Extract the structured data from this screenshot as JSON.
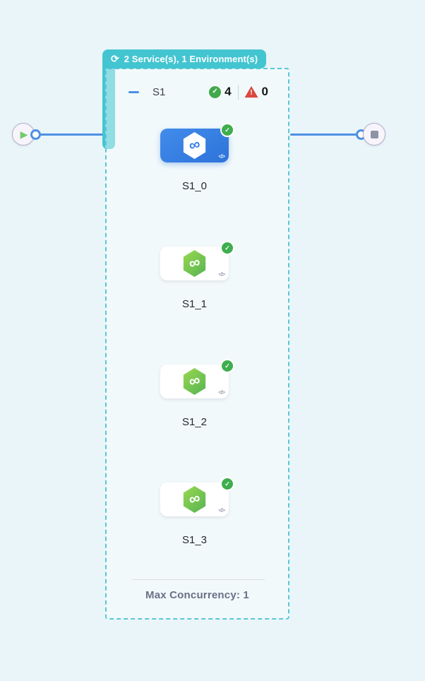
{
  "colors": {
    "canvas_bg": "#e9f5f9",
    "teal_accent": "#43c5d1",
    "connector_blue": "#4d90e2",
    "selected_node_blue": "#3b82e8",
    "success_green": "#42a94c",
    "error_red": "#d9493f"
  },
  "badge": {
    "label": "2 Service(s), 1 Environment(s)"
  },
  "stage": {
    "title": "S1",
    "success_count": "4",
    "error_count": "0",
    "max_concurrency_label": "Max Concurrency: 1",
    "nodes": [
      {
        "label": "S1_0",
        "state": "selected",
        "status": "success"
      },
      {
        "label": "S1_1",
        "state": "default",
        "status": "success"
      },
      {
        "label": "S1_2",
        "state": "default",
        "status": "success"
      },
      {
        "label": "S1_3",
        "state": "default",
        "status": "success"
      }
    ]
  },
  "icons": {
    "loop": "⟳",
    "play": "▶",
    "check": "✓",
    "warning": "!",
    "infinity": "∞",
    "code": "</>"
  }
}
